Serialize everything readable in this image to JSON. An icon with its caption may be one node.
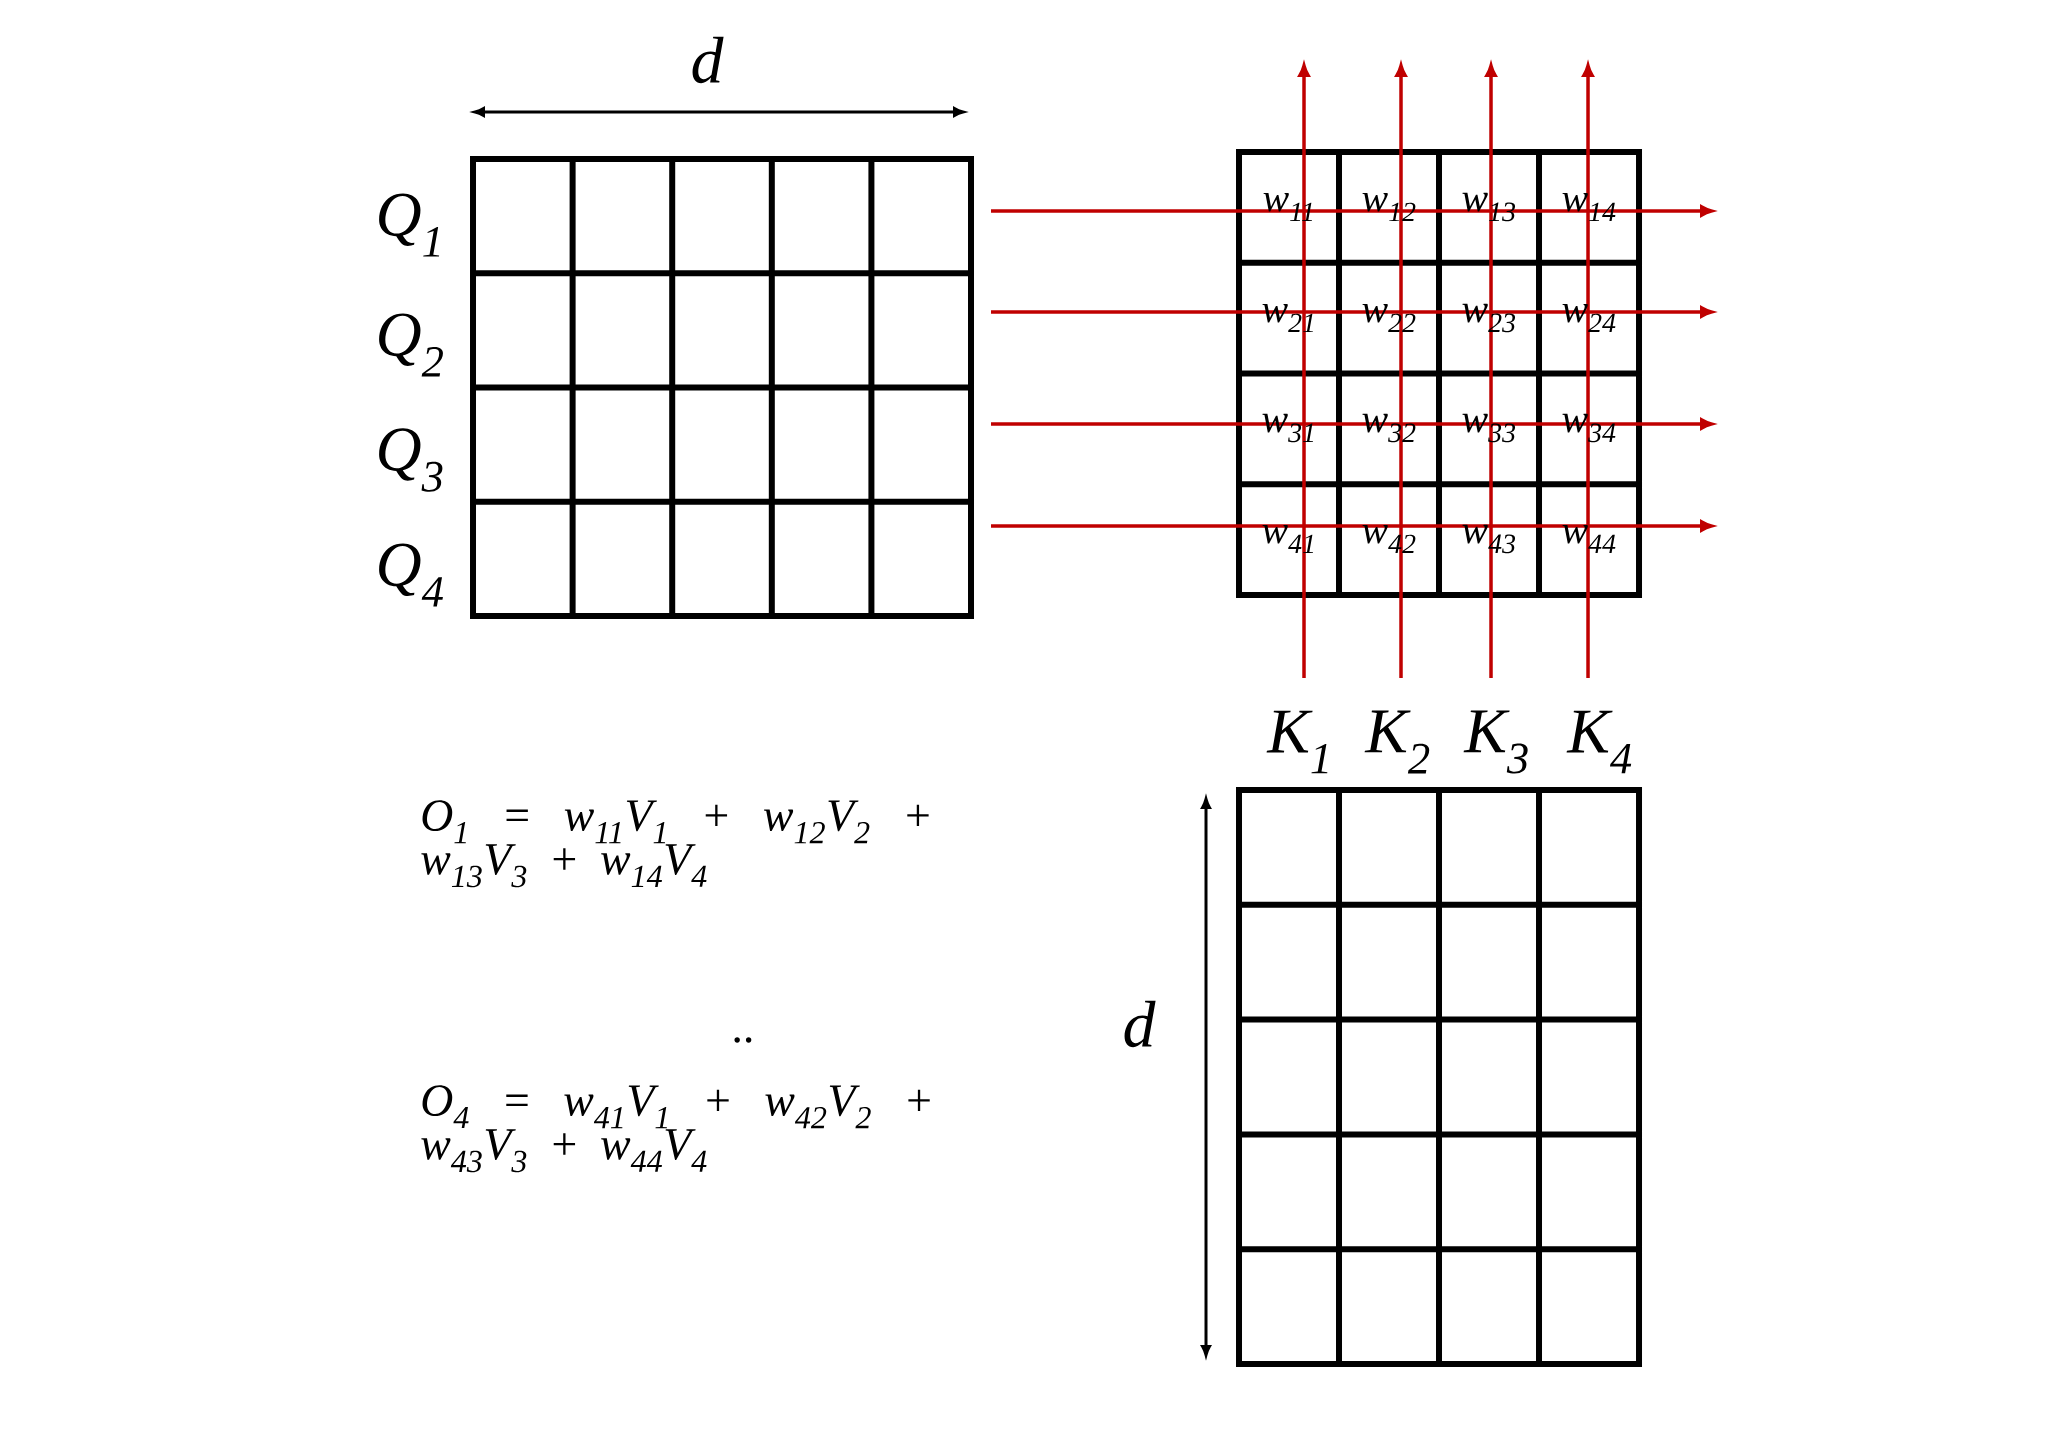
{
  "diagram": {
    "labels": [
      "d",
      "Q$_{1}$",
      "Q$_{2}$",
      "Q$_{3}$",
      "Q$_{4}$",
      "w$_{11}$",
      "w$_{12}$",
      "w$_{13}$",
      "w$_{14}$",
      "w$_{21}$",
      "w$_{22}$",
      "w$_{23}$",
      "w$_{24}$",
      "w$_{31}$",
      "w$_{32}$",
      "w$_{33}$",
      "w$_{34}$",
      "w$_{41}$",
      "w$_{42}$",
      "w$_{43}$",
      "w$_{44}$",
      "K$_{1}$",
      "K$_{2}$",
      "K$_{3}$",
      "K$_{4}$",
      "d",
      "O$_{1}$ = w$_{11}$V$_{1}$ + w$_{12}$V$_{2}$ + w$_{13}$V$_{3}$ + w$_{14}$V$_{4}$",
      "..",
      "O$_{4}$ = w$_{41}$V$_{1}$ + w$_{42}$V$_{2}$ + w$_{43}$V$_{3}$ + w$_{44}$V$_{4}$"
    ]
  }
}
